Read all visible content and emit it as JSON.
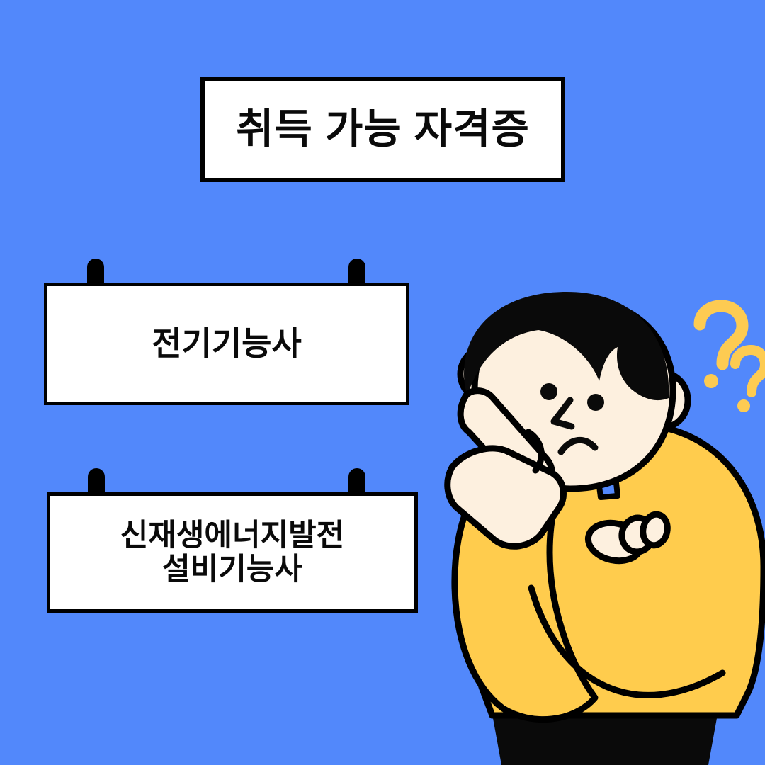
{
  "poster": {
    "background_color": "#5288fb",
    "title": {
      "text": "취득 가능 자격증",
      "box_fill": "#ffffff",
      "border_color": "#000000",
      "text_color": "#0a0a0a"
    },
    "certificates": [
      {
        "label": "전기기능사",
        "pin_color": "#000000",
        "box_fill": "#ffffff",
        "border_color": "#000000"
      },
      {
        "label": "신재생에너지발전\n설비기능사",
        "pin_color": "#000000",
        "box_fill": "#ffffff",
        "border_color": "#000000"
      }
    ],
    "illustration": {
      "name": "thinking-person",
      "description": "사람 캐릭터",
      "hair_color": "#0a0a0a",
      "skin_color": "#fdf0df",
      "sweater_color": "#ffcc4d",
      "pants_color": "#0a0a0a",
      "outline_color": "#000000",
      "question_mark_color": "#fdcb52",
      "question_marks": [
        "?",
        "?"
      ]
    }
  }
}
